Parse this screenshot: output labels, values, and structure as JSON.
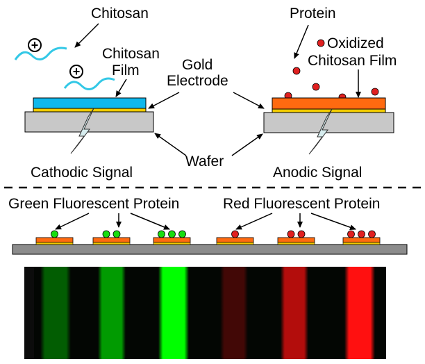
{
  "labels": {
    "chitosan": "Chitosan",
    "protein": "Protein",
    "chitosan_film_line1": "Chitosan",
    "chitosan_film_line2": "Film",
    "gold_line1": "Gold",
    "gold_line2": "Electrode",
    "oxidized_line1": "Oxidized",
    "oxidized_line2": "Chitosan Film",
    "wafer": "Wafer",
    "cathodic_signal": "Cathodic Signal",
    "anodic_signal": "Anodic Signal",
    "gfp": "Green Fluorescent Protein",
    "rfp": "Red Fluorescent Protein"
  },
  "symbols": {
    "charge": "+"
  },
  "colors": {
    "chitosan_strand": "#33c8e6",
    "chitosan_film": "#10b8ec",
    "oxidized_film": "#ff6a10",
    "gold_layer": "#f2cc00",
    "wafer": "#c8c8c8",
    "protein_red": "#e02020",
    "protein_green": "#18dd10",
    "lightning": "#d6ecee",
    "divider": "#000000"
  },
  "electrode_array": {
    "green_protein_counts": [
      1,
      2,
      3
    ],
    "red_protein_counts": [
      1,
      2,
      3
    ]
  },
  "fluorescence_image": {
    "green_band_brightness": [
      0.35,
      0.6,
      1.0
    ],
    "red_band_brightness": [
      0.25,
      0.7,
      1.0
    ]
  },
  "icons": [
    "positive-charge-icon",
    "lightning-signal-icon",
    "arrow-icon"
  ]
}
